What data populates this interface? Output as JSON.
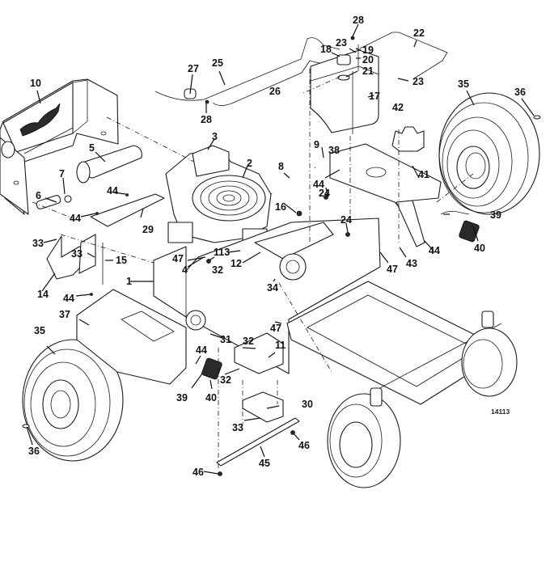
{
  "figure": {
    "type": "exploded-parts-diagram",
    "subject": "Zero-turn mower rear engine deck / frame assembly",
    "figure_number": "14113",
    "line_color": "#1a1a1a",
    "background": "#ffffff"
  },
  "callouts": [
    {
      "id": "c10",
      "label": "10",
      "part": "rear-hood-shroud"
    },
    {
      "id": "c27",
      "label": "27",
      "part": "fuel-filter"
    },
    {
      "id": "c25",
      "label": "25",
      "part": "fuel-line"
    },
    {
      "id": "c26",
      "label": "26",
      "part": "fuel-line"
    },
    {
      "id": "c28a",
      "label": "28",
      "part": "hose-clamp"
    },
    {
      "id": "c28b",
      "label": "28",
      "part": "hose-clamp"
    },
    {
      "id": "c23a",
      "label": "23",
      "part": "clamp"
    },
    {
      "id": "c23b",
      "label": "23",
      "part": "clamp"
    },
    {
      "id": "c18",
      "label": "18",
      "part": "fuel-cap"
    },
    {
      "id": "c19",
      "label": "19",
      "part": "fitting"
    },
    {
      "id": "c20",
      "label": "20",
      "part": "grommet"
    },
    {
      "id": "c21",
      "label": "21",
      "part": "gasket"
    },
    {
      "id": "c22",
      "label": "22",
      "part": "vent-line"
    },
    {
      "id": "c17",
      "label": "17",
      "part": "fuel-tank"
    },
    {
      "id": "c42",
      "label": "42",
      "part": "screw"
    },
    {
      "id": "c35a",
      "label": "35",
      "part": "rear-tire"
    },
    {
      "id": "c36a",
      "label": "36",
      "part": "valve-stem"
    },
    {
      "id": "c3",
      "label": "3",
      "part": "air-cleaner"
    },
    {
      "id": "c2",
      "label": "2",
      "part": "engine"
    },
    {
      "id": "c5",
      "label": "5",
      "part": "muffler"
    },
    {
      "id": "c7",
      "label": "7",
      "part": "nut"
    },
    {
      "id": "c6",
      "label": "6",
      "part": "tailpipe"
    },
    {
      "id": "c44a",
      "label": "44",
      "part": "screw"
    },
    {
      "id": "c44b",
      "label": "44",
      "part": "screw"
    },
    {
      "id": "c29",
      "label": "29",
      "part": "heat-shield"
    },
    {
      "id": "c8",
      "label": "8",
      "part": "rod"
    },
    {
      "id": "c9",
      "label": "9",
      "part": "nut"
    },
    {
      "id": "c38",
      "label": "38",
      "part": "seat-support-panel"
    },
    {
      "id": "c44c",
      "label": "44",
      "part": "screw"
    },
    {
      "id": "c24a",
      "label": "24",
      "part": "nut"
    },
    {
      "id": "c16",
      "label": "16",
      "part": "grommet"
    },
    {
      "id": "c41",
      "label": "41",
      "part": "cup-holder"
    },
    {
      "id": "c24b",
      "label": "24",
      "part": "nut"
    },
    {
      "id": "c39a",
      "label": "39",
      "part": "foot-rest-bracket"
    },
    {
      "id": "c40a",
      "label": "40",
      "part": "foot-pad"
    },
    {
      "id": "c33a",
      "label": "33",
      "part": "screw"
    },
    {
      "id": "c33b",
      "label": "33",
      "part": "screw"
    },
    {
      "id": "c15",
      "label": "15",
      "part": "rod"
    },
    {
      "id": "c14",
      "label": "14",
      "part": "foot-platform"
    },
    {
      "id": "c47a",
      "label": "47",
      "part": "screw"
    },
    {
      "id": "c4",
      "label": "4",
      "part": "bracket"
    },
    {
      "id": "c32a",
      "label": "32",
      "part": "nut"
    },
    {
      "id": "c113",
      "label": "113",
      "part": "hose"
    },
    {
      "id": "c12",
      "label": "12",
      "part": "bracket"
    },
    {
      "id": "c1",
      "label": "1",
      "part": "engine-deck"
    },
    {
      "id": "c44d",
      "label": "44",
      "part": "screw"
    },
    {
      "id": "c43",
      "label": "43",
      "part": "screw"
    },
    {
      "id": "c44e",
      "label": "44",
      "part": "screw"
    },
    {
      "id": "c47b",
      "label": "47",
      "part": "screw"
    },
    {
      "id": "c34",
      "label": "34",
      "part": "pulley"
    },
    {
      "id": "c37",
      "label": "37",
      "part": "side-cover"
    },
    {
      "id": "c47c",
      "label": "47",
      "part": "screw"
    },
    {
      "id": "c31",
      "label": "31",
      "part": "plate"
    },
    {
      "id": "c32b",
      "label": "32",
      "part": "nut"
    },
    {
      "id": "c11",
      "label": "11",
      "part": "screw"
    },
    {
      "id": "c44f",
      "label": "44",
      "part": "screw"
    },
    {
      "id": "c35b",
      "label": "35",
      "part": "rear-tire"
    },
    {
      "id": "c32c",
      "label": "32",
      "part": "nut"
    },
    {
      "id": "c39b",
      "label": "39",
      "part": "foot-rest-bracket"
    },
    {
      "id": "c40b",
      "label": "40",
      "part": "foot-pad"
    },
    {
      "id": "c30",
      "label": "30",
      "part": "mount-plate"
    },
    {
      "id": "c33c",
      "label": "33",
      "part": "screw"
    },
    {
      "id": "c36b",
      "label": "36",
      "part": "valve-stem"
    },
    {
      "id": "c46a",
      "label": "46",
      "part": "nut"
    },
    {
      "id": "c45",
      "label": "45",
      "part": "strap"
    },
    {
      "id": "c46b",
      "label": "46",
      "part": "nut"
    }
  ]
}
